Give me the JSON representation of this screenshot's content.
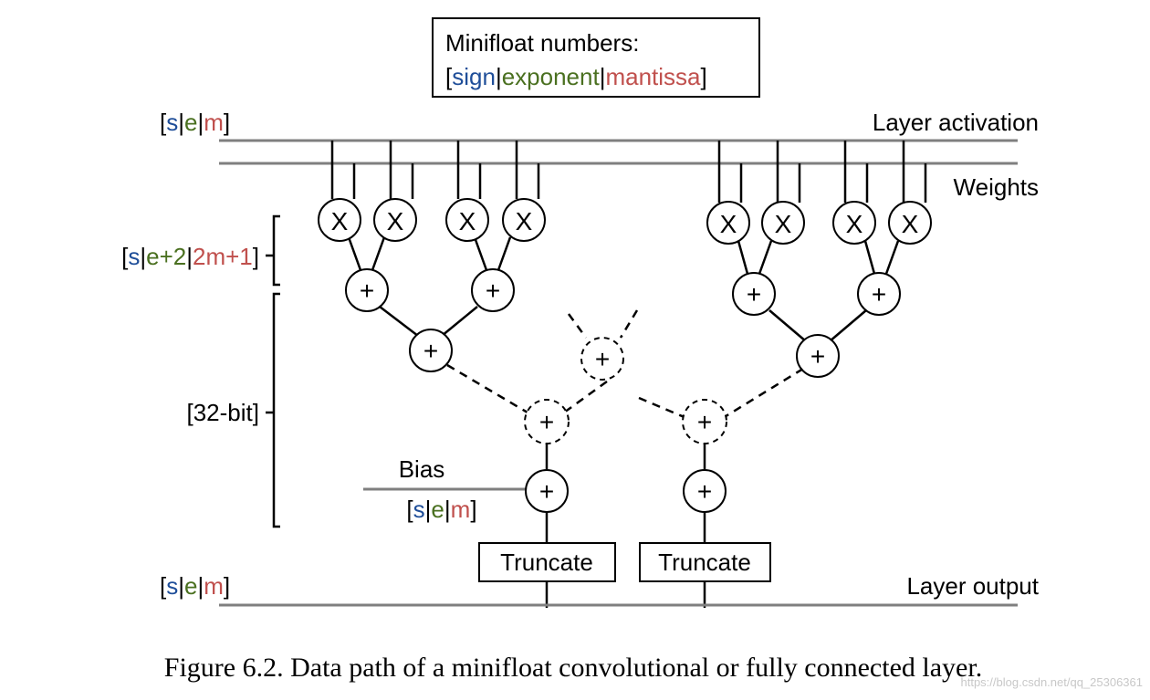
{
  "colors": {
    "sign": "#1f4e99",
    "exponent": "#4a7020",
    "mantissa": "#c0504d",
    "bus": "#7f7f7f"
  },
  "legend": {
    "title": "Minifloat numbers:",
    "open": "[",
    "sign": "sign",
    "sep": "|",
    "exponent": "exponent",
    "mantissa": "mantissa",
    "close": "]"
  },
  "formats": {
    "activation": {
      "open": "[",
      "s": "s",
      "sep": "|",
      "e": "e",
      "m": "m",
      "close": "]"
    },
    "product": {
      "open": "[",
      "s": "s",
      "sep": "|",
      "e": "e+2",
      "m": "2m+1",
      "close": "]"
    },
    "accumulator": "[32-bit]",
    "bias": {
      "open": "[",
      "s": "s",
      "sep": "|",
      "e": "e",
      "m": "m",
      "close": "]"
    },
    "output": {
      "open": "[",
      "s": "s",
      "sep": "|",
      "e": "e",
      "m": "m",
      "close": "]"
    }
  },
  "labels": {
    "layer_activation": "Layer activation",
    "weights": "Weights",
    "bias": "Bias",
    "layer_output": "Layer output",
    "truncate": "Truncate"
  },
  "symbols": {
    "multiply": "X",
    "add": "+"
  },
  "caption": "Figure 6.2. Data path of a minifloat convolutional or fully connected layer.",
  "watermark": "https://blog.csdn.net/qq_25306361"
}
